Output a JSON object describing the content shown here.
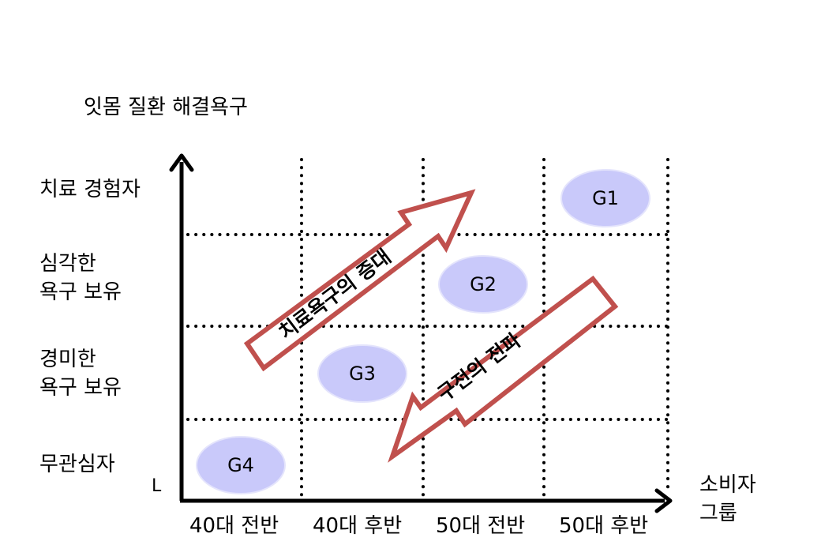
{
  "y_axis": {
    "title": "잇몸 질환 해결욕구",
    "low_marker": "L",
    "rows": [
      {
        "lines": [
          "치료 경험자"
        ]
      },
      {
        "lines": [
          "심각한",
          "욕구 보유"
        ]
      },
      {
        "lines": [
          "경미한",
          "욕구 보유"
        ]
      },
      {
        "lines": [
          "무관심자"
        ]
      }
    ]
  },
  "x_axis": {
    "title_lines": [
      "소비자",
      "그룹"
    ],
    "columns": [
      "40대 전반",
      "40대 후반",
      "50대 전반",
      "50대 후반"
    ]
  },
  "groups": [
    {
      "label": "G1",
      "column": 4,
      "row": 1
    },
    {
      "label": "G2",
      "column": 3,
      "row": 2
    },
    {
      "label": "G3",
      "column": 2,
      "row": 3
    },
    {
      "label": "G4",
      "column": 1,
      "row": 4
    }
  ],
  "arrows": {
    "up_label": "치료욕구의 증대",
    "down_label": "구전의 전파"
  },
  "colors": {
    "ellipse_fill": "#c9c9fa",
    "arrow_stroke": "#c0504d"
  }
}
